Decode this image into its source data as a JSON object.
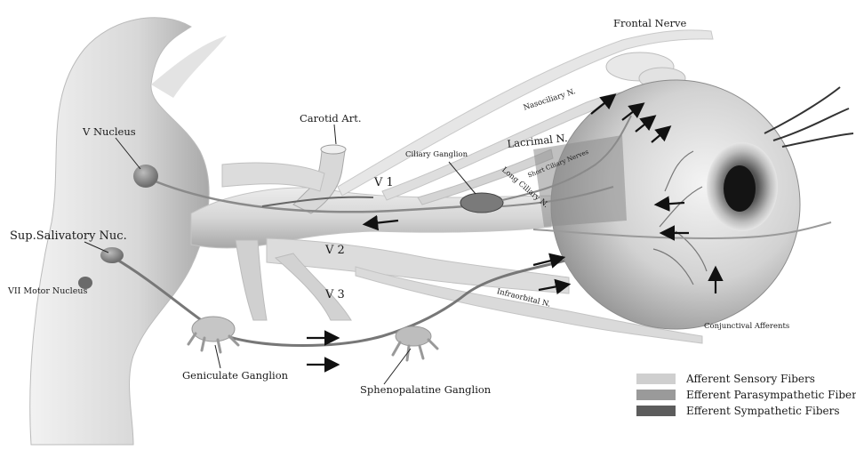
{
  "labels": {
    "frontal_nerve": "Frontal Nerve",
    "nasociliary": "Nasociliary N.",
    "lacrimal": "Lacrimal N.",
    "carotid": "Carotid Art.",
    "ciliary_ganglion": "Ciliary Ganglion",
    "long_ciliary": "Long Ciliary N.",
    "short_ciliary": "Short Ciliary Nerves",
    "v_nucleus": "V Nucleus",
    "sup_salivatory": "Sup.Salivatory Nuc.",
    "vii_motor": "VII Motor Nucleus",
    "v1": "V 1",
    "v2": "V 2",
    "v3": "V 3",
    "infraorbital": "Infraorbital N.",
    "geniculate": "Geniculate Ganglion",
    "sphenopalatine": "Sphenopalatine Ganglion",
    "conjunctival": "Conjunctival Afferents"
  },
  "legend": [
    {
      "label": "Afferent Sensory Fibers",
      "color": "#cfcfcf"
    },
    {
      "label": "Efferent Parasympathetic Fibers",
      "color": "#9a9a9a"
    },
    {
      "label": "Efferent Sympathetic Fibers",
      "color": "#5c5c5c"
    }
  ]
}
